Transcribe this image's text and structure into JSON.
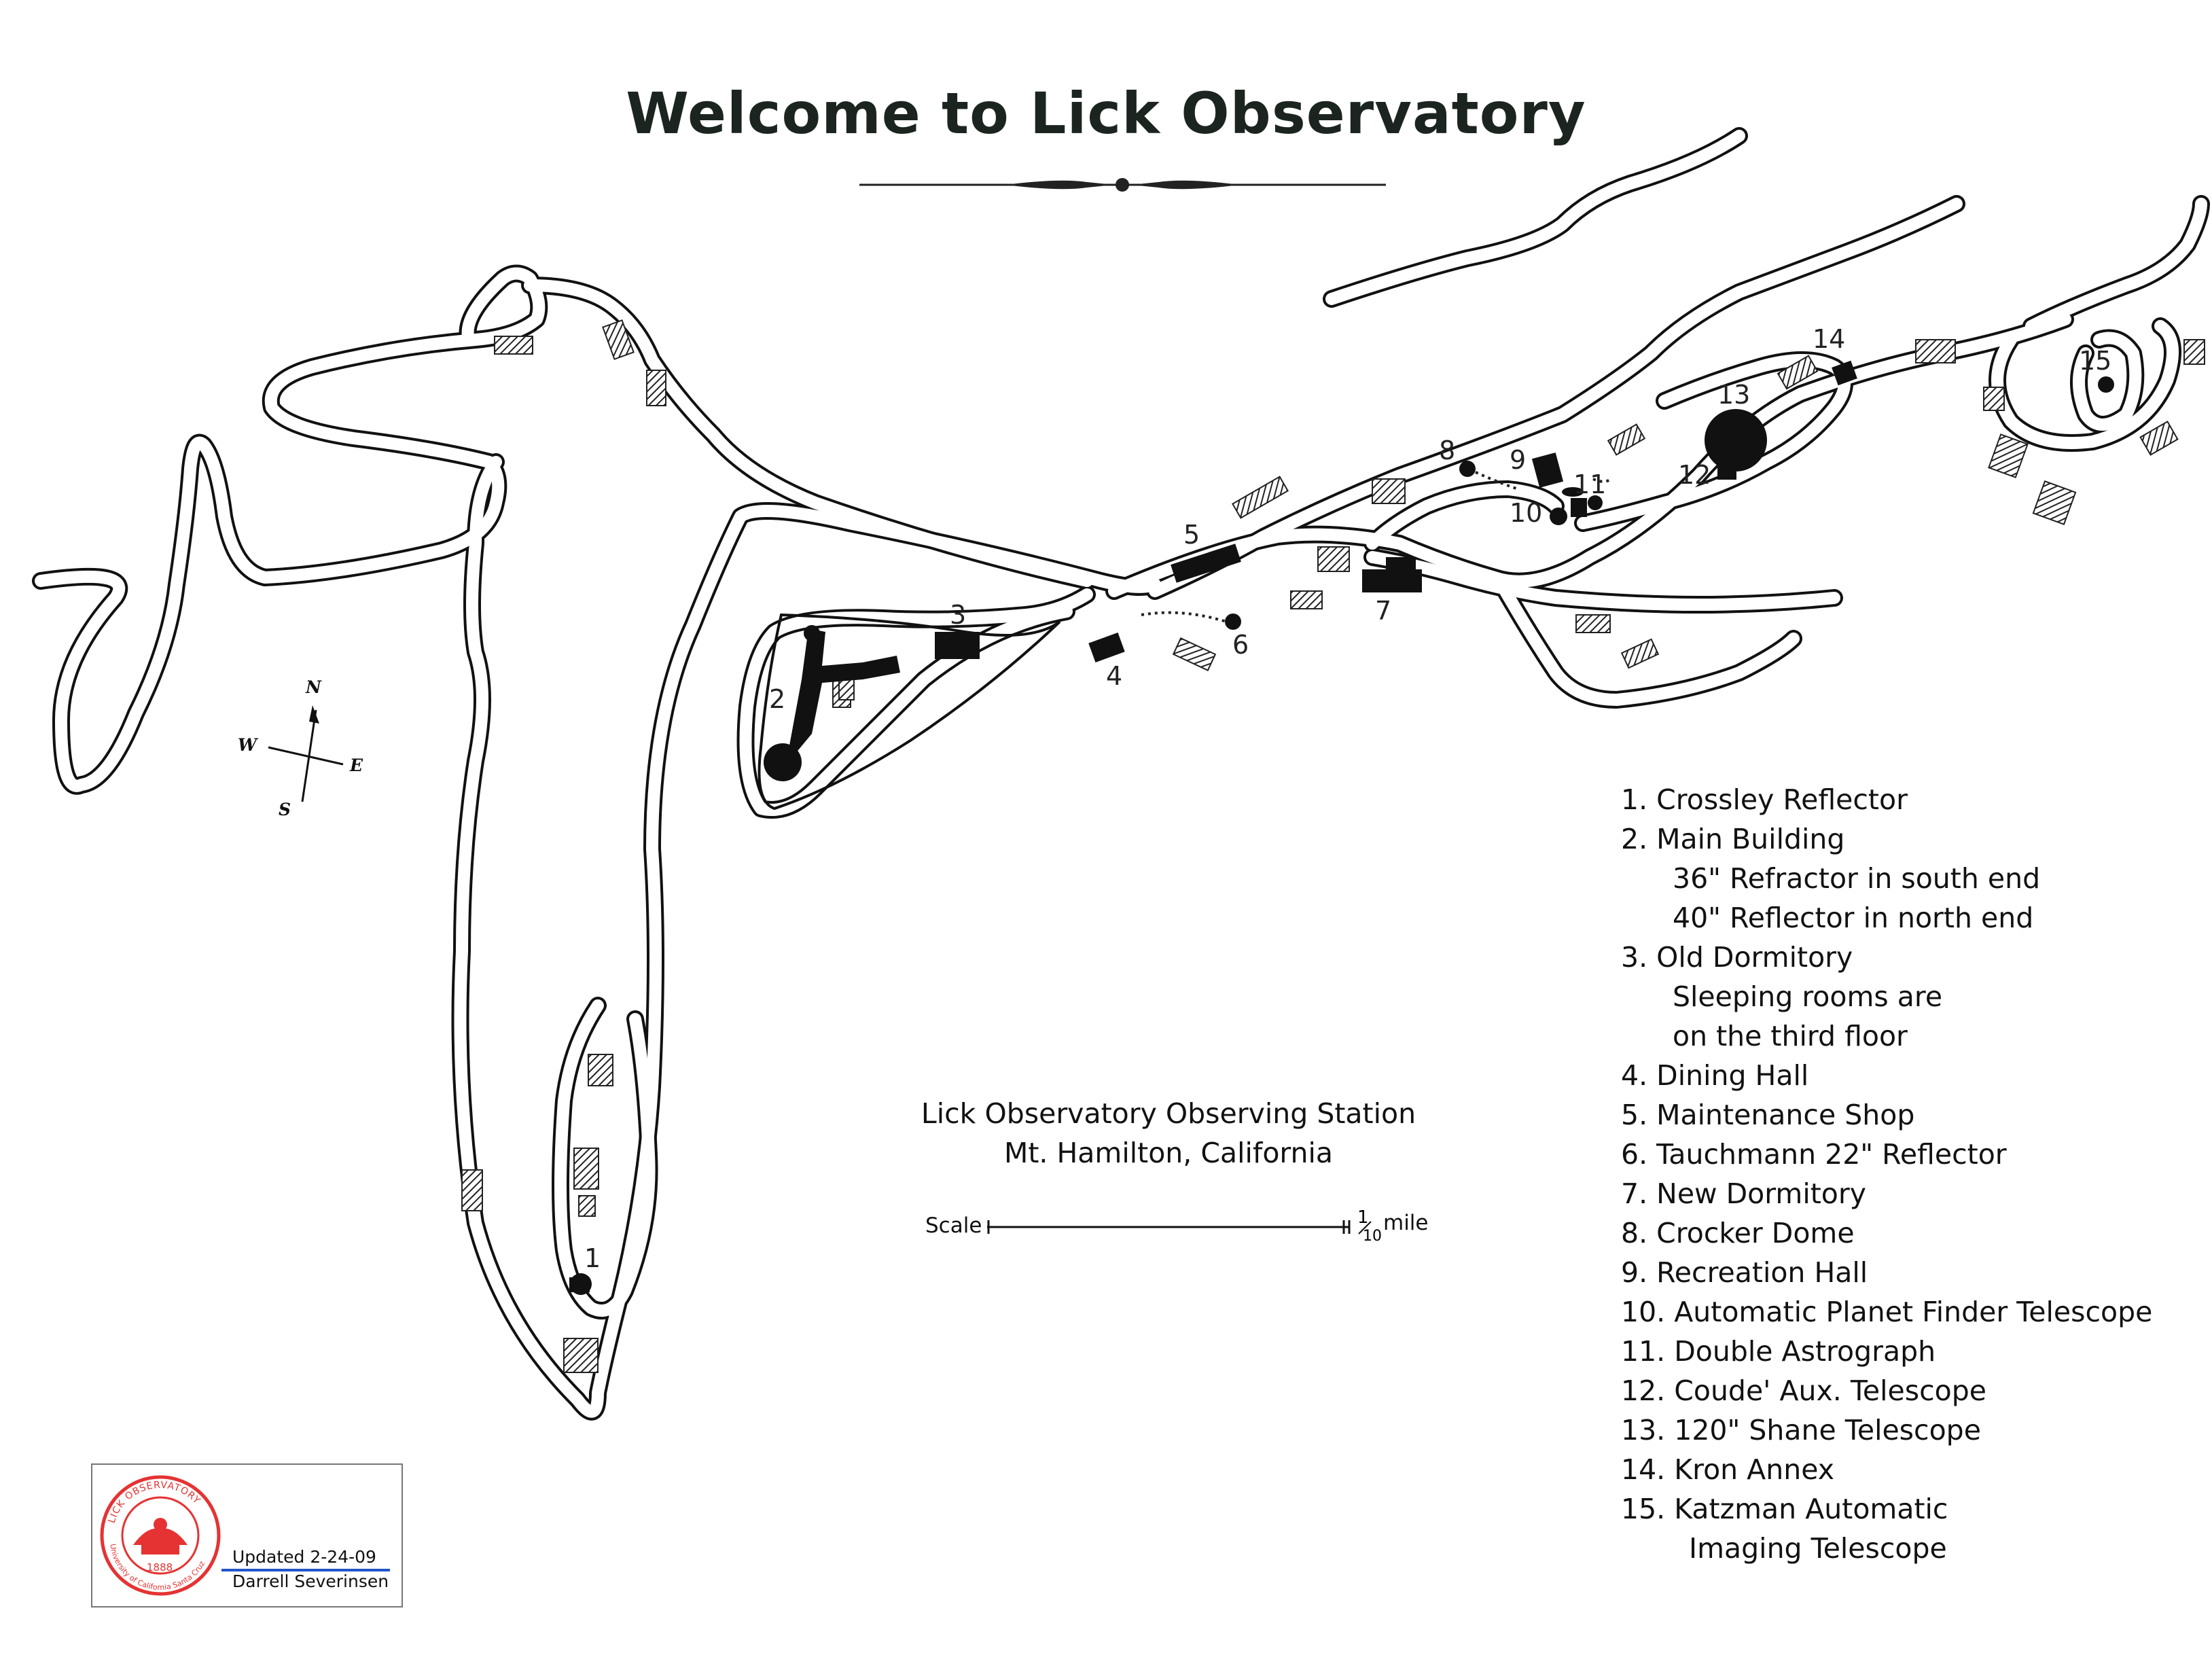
{
  "title": "Welcome to Lick Observatory",
  "legend": [
    {
      "text": "1. Crossley Reflector"
    },
    {
      "text": "2. Main Building",
      "notes": [
        "36\" Refractor in south end",
        "40\" Reflector in north end"
      ]
    },
    {
      "text": "3. Old Dormitory",
      "notes": [
        "Sleeping rooms are",
        "on the third floor"
      ]
    },
    {
      "text": "4. Dining Hall"
    },
    {
      "text": "5. Maintenance Shop"
    },
    {
      "text": "6. Tauchmann 22\" Reflector"
    },
    {
      "text": "7. New Dormitory"
    },
    {
      "text": "8. Crocker Dome"
    },
    {
      "text": "9. Recreation Hall"
    },
    {
      "text": "10. Automatic Planet Finder Telescope"
    },
    {
      "text": "11. Double Astrograph"
    },
    {
      "text": "12. Coude' Aux. Telescope"
    },
    {
      "text": "13. 120\" Shane Telescope"
    },
    {
      "text": "14. Kron Annex"
    },
    {
      "text": "15. Katzman Automatic",
      "notes2": [
        "Imaging Telescope"
      ]
    }
  ],
  "station": {
    "line1": "Lick Observatory Observing Station",
    "line2": "Mt. Hamilton, California"
  },
  "scale": {
    "label": "Scale",
    "unit": "mile",
    "fraction_num": "1",
    "fraction_den": "10"
  },
  "compass": {
    "n": "N",
    "s": "S",
    "e": "E",
    "w": "W"
  },
  "markers": [
    "1",
    "2",
    "3",
    "4",
    "5",
    "6",
    "7",
    "8",
    "9",
    "10",
    "11",
    "12",
    "13",
    "14",
    "15"
  ],
  "badge": {
    "updated": "Updated 2-24-09",
    "author": "Darrell Severinsen",
    "seal_top": "LICK OBSERVATORY",
    "seal_bottom": "University of California Santa Cruz",
    "seal_year": "1888"
  },
  "colors": {
    "ink": "#111111",
    "seal": "#e53333",
    "accent_rule": "#2255cc",
    "title": "#1c2420"
  }
}
